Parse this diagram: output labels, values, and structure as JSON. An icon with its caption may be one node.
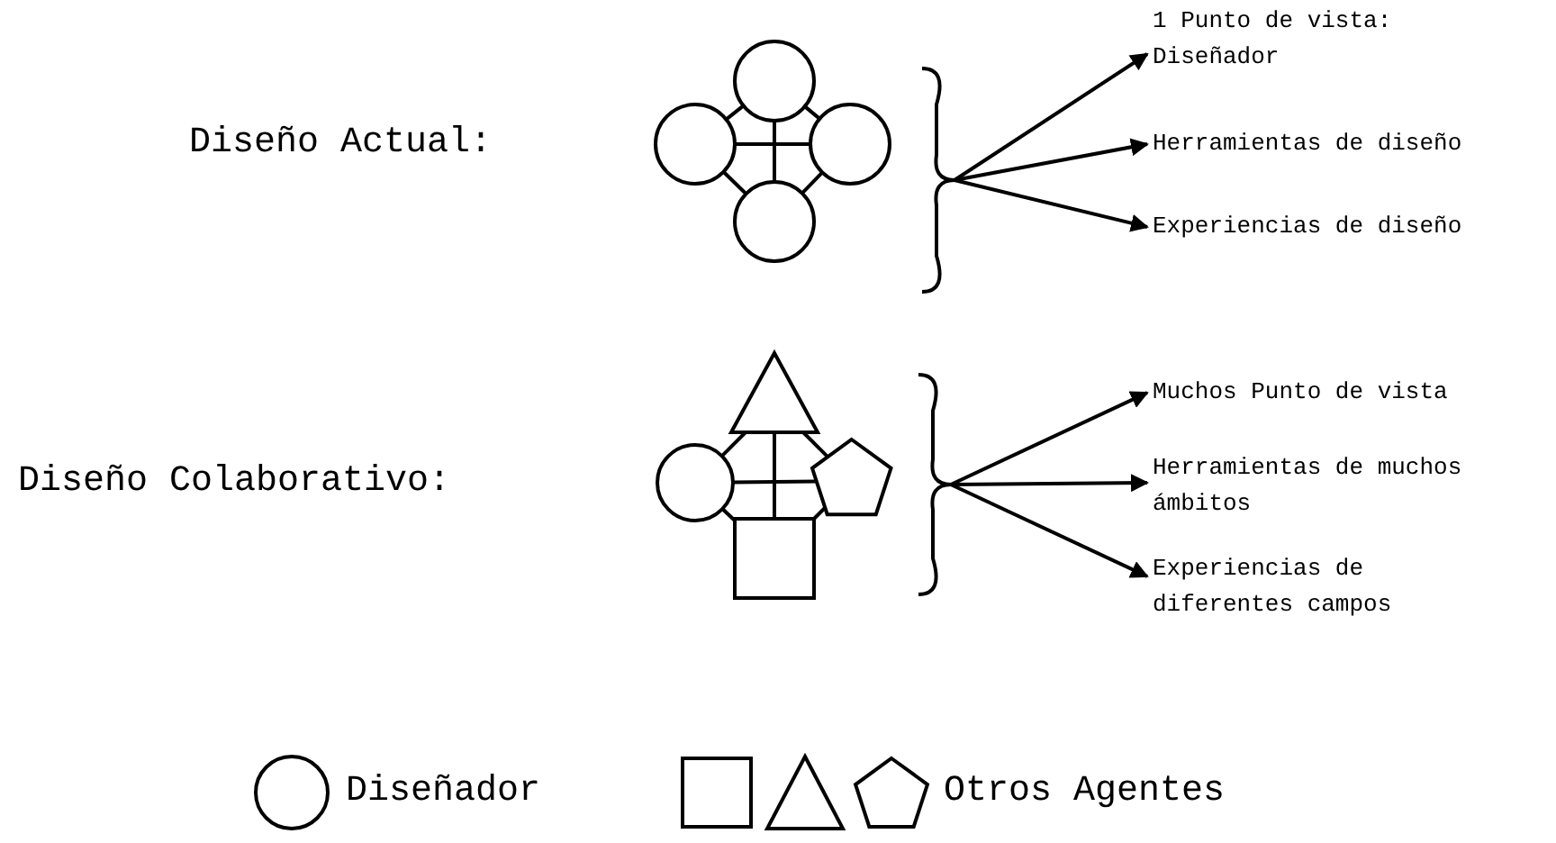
{
  "diagram": {
    "nodes": [
      {
        "text": [],
        "shape": "circle"
      },
      {
        "text": [],
        "shape": "circle"
      },
      {
        "text": [],
        "shape": "circle"
      },
      {
        "text": [],
        "shape": "circle"
      },
      {
        "text": [
          "1 Punto de vista: Diseñador"
        ]
      },
      {
        "text": [
          "Herramientas de diseño"
        ]
      },
      {
        "text": [
          "Experiencias de diseño"
        ]
      },
      {
        "text": [],
        "shape": "triangle"
      },
      {
        "text": [],
        "shape": "circle"
      },
      {
        "text": [],
        "shape": "pentagon"
      },
      {
        "text": [],
        "shape": "box"
      },
      {
        "text": [
          "Muchos Punto de vista"
        ]
      },
      {
        "text": [
          "Herramientas de muchos ámbitos"
        ]
      },
      {
        "text": [
          "Experiencias de diferentes campos"
        ]
      },
      {
        "text": [],
        "shape": "brace"
      },
      {
        "text": [],
        "shape": "brace"
      }
    ],
    "edges": [
      {
        "from": 0,
        "to": 3,
        "arrow": "none"
      },
      {
        "from": 1,
        "to": 2,
        "arrow": "none"
      },
      {
        "from": 0,
        "to": 1,
        "arrow": "none"
      },
      {
        "from": 0,
        "to": 2,
        "arrow": "none"
      },
      {
        "from": 1,
        "to": 3,
        "arrow": "none"
      },
      {
        "from": 2,
        "to": 3,
        "arrow": "none"
      },
      {
        "from": 14,
        "to": 4,
        "arrow": "to"
      },
      {
        "from": 14,
        "to": 5,
        "arrow": "to"
      },
      {
        "from": 14,
        "to": 6,
        "arrow": "to"
      },
      {
        "from": 7,
        "to": 10,
        "arrow": "none"
      },
      {
        "from": 8,
        "to": 9,
        "arrow": "none"
      },
      {
        "from": 7,
        "to": 8,
        "arrow": "none"
      },
      {
        "from": 7,
        "to": 9,
        "arrow": "none"
      },
      {
        "from": 8,
        "to": 10,
        "arrow": "none"
      },
      {
        "from": 9,
        "to": 10,
        "arrow": "none"
      },
      {
        "from": 15,
        "to": 11,
        "arrow": "to"
      },
      {
        "from": 15,
        "to": 12,
        "arrow": "to"
      },
      {
        "from": 15,
        "to": 13,
        "arrow": "to"
      }
    ],
    "labels": [
      "Diseño Actual:",
      "Diseño Colaborativo:"
    ],
    "legend": [
      {
        "text": "Diseñador"
      },
      {
        "text": "Otros Agentes"
      }
    ]
  }
}
